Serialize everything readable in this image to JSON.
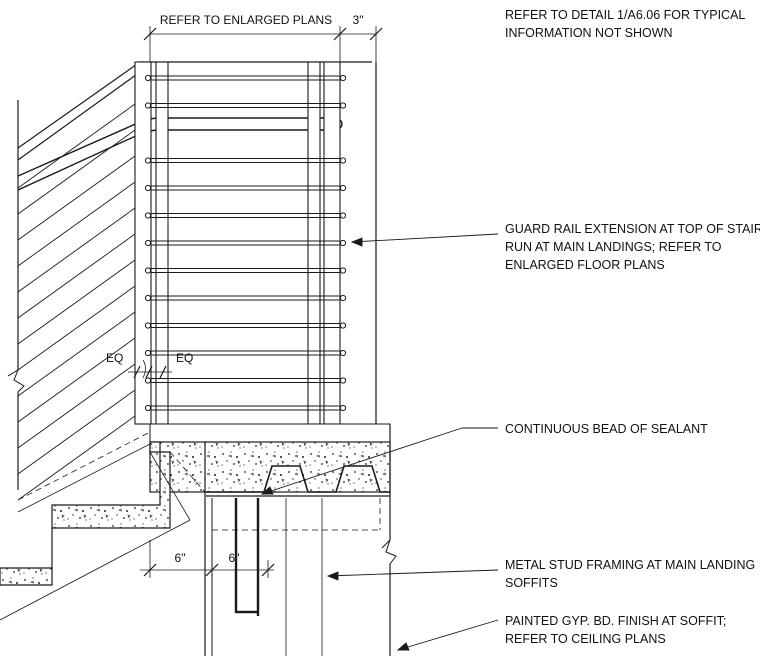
{
  "notes": {
    "detail_ref": {
      "line1": "REFER TO DETAIL 1/A6.06 FOR TYPICAL",
      "line2": "INFORMATION NOT SHOWN"
    },
    "guard_rail": {
      "line1": "GUARD RAIL EXTENSION AT TOP OF STAIR",
      "line2": "RUN AT MAIN LANDINGS; REFER TO",
      "line3": "ENLARGED FLOOR PLANS"
    },
    "sealant": {
      "line1": "CONTINUOUS BEAD OF SEALANT"
    },
    "stud_framing": {
      "line1": "METAL STUD FRAMING AT MAIN LANDING",
      "line2": "SOFFITS"
    },
    "gyp_bd": {
      "line1": "PAINTED GYP. BD. FINISH AT SOFFIT;",
      "line2": "REFER TO CEILING PLANS"
    }
  },
  "dimensions": {
    "top_span": "REFER TO ENLARGED PLANS",
    "top_offset": "3\"",
    "eq_left": "EQ",
    "eq_right": "EQ",
    "bottom_left": "6\"",
    "bottom_right": "6\""
  }
}
